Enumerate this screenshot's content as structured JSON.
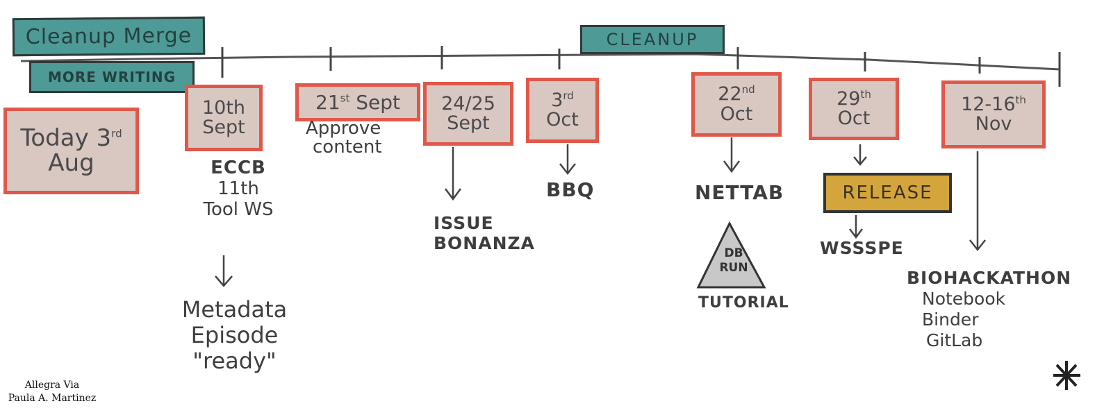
{
  "tags": {
    "cleanup_merge": "Cleanup Merge",
    "more_writing": "MORE WRITING",
    "cleanup": "CLEANUP"
  },
  "milestones": {
    "today_line1": "Today 3",
    "today_sup": "rd",
    "today_line2": "Aug",
    "sept10_line1": "10th",
    "sept10_line2": "Sept",
    "sept21": "21",
    "sept21_sup": "st",
    "sept21_rest": " Sept",
    "sept24_line1": "24/25",
    "sept24_line2": "Sept",
    "oct3_line1": "3",
    "oct3_sup": "rd",
    "oct3_line2": "Oct",
    "oct22_line1": "22",
    "oct22_sup": "nd",
    "oct22_line2": "Oct",
    "oct29_line1": "29",
    "oct29_sup": "th",
    "oct29_line2": "Oct",
    "nov_line1": "12-16",
    "nov_sup": "th",
    "nov_line2": "Nov"
  },
  "events": {
    "eccb": "ECCB",
    "eleventh": "11th",
    "tool_ws": "Tool WS",
    "metadata": "Metadata",
    "episode": "Episode",
    "ready": "\"ready\"",
    "approve": "Approve",
    "content": "content",
    "issue": "ISSUE",
    "bonanza": "BONANZA",
    "bbq": "BBQ",
    "nettab": "NETTAB",
    "db": "DB",
    "run": "RUN",
    "tutorial": "TUTORIAL",
    "release": "RELEASE",
    "wssspe": "WSSSPE",
    "biohackathon": "BIOHACKATHON",
    "notebook": "Notebook",
    "binder": "Binder",
    "gitlab": "GitLab"
  },
  "credits": {
    "line1": "Allegra Via",
    "line2": "Paula A. Martinez"
  },
  "colors": {
    "box_fill": "#d9c7c2",
    "box_border": "#e0584a",
    "tag_fill": "#4e9a96",
    "release_fill": "#d4a53c",
    "ink": "#3c3c3c"
  }
}
